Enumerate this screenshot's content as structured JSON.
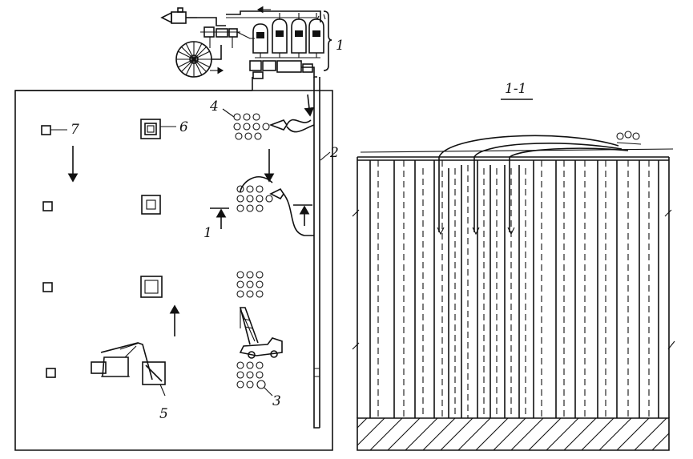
{
  "labels": {
    "equipment": "1",
    "pipeline": "2",
    "finished_piles": "3",
    "injection_group": "4",
    "excavator": "5",
    "formwork_pit": "6",
    "marker_pit": "7",
    "section_mark": "1",
    "section_title": "1-1"
  },
  "icons": {
    "compressor": "compressor-icon",
    "reel": "cable-reel-icon",
    "tanks": "tank-icon",
    "excavator": "excavator-icon",
    "crane": "crane-truck-icon"
  }
}
